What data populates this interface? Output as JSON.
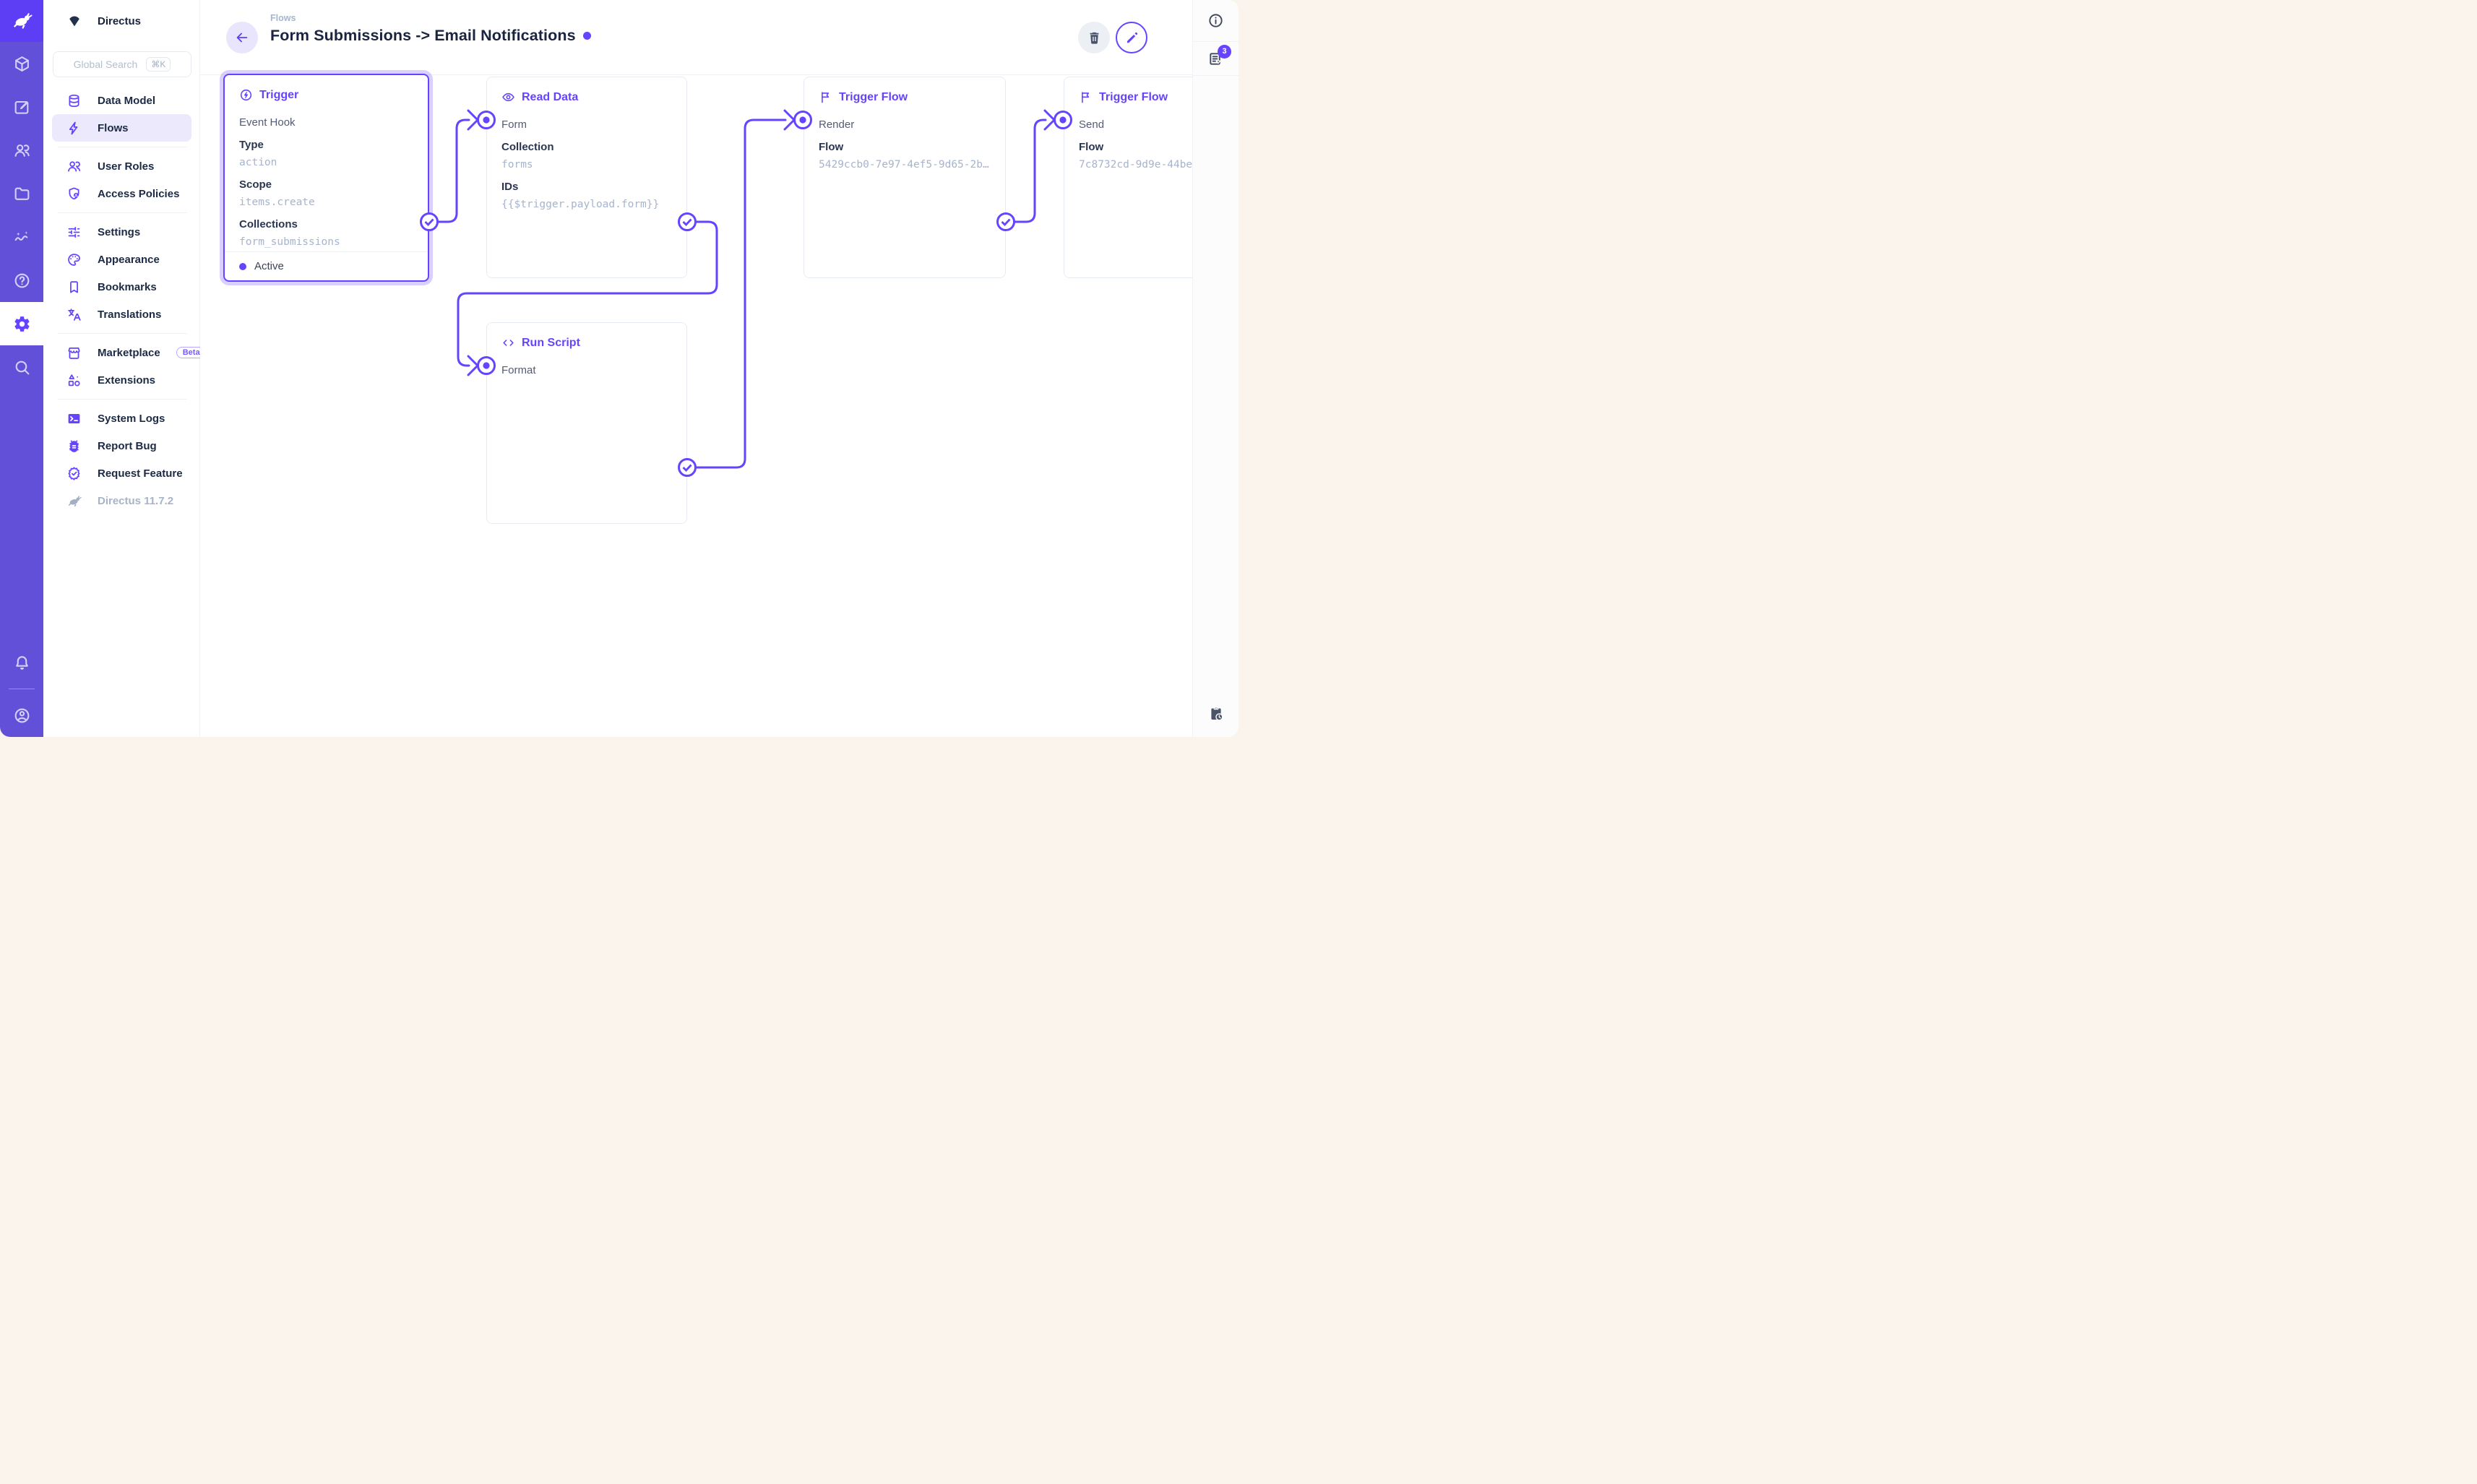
{
  "app": {
    "project_name": "Directus",
    "version_label": "Directus 11.7.2"
  },
  "module_bar": {
    "modules": [
      {
        "id": "content",
        "icon": "cube-icon",
        "active": false
      },
      {
        "id": "editor",
        "icon": "edit-icon",
        "active": false
      },
      {
        "id": "users",
        "icon": "users-icon",
        "active": false
      },
      {
        "id": "files",
        "icon": "folder-icon",
        "active": false
      },
      {
        "id": "insights",
        "icon": "insights-icon",
        "active": false
      },
      {
        "id": "help",
        "icon": "help-icon",
        "active": false
      },
      {
        "id": "settings",
        "icon": "gear-icon",
        "active": true
      },
      {
        "id": "search",
        "icon": "search-icon",
        "active": false
      }
    ]
  },
  "sidebar": {
    "search": {
      "placeholder": "Global Search",
      "shortcut": "⌘K"
    },
    "sections": [
      {
        "items": [
          {
            "id": "data-model",
            "label": "Data Model",
            "icon": "database-icon"
          },
          {
            "id": "flows",
            "label": "Flows",
            "icon": "bolt-icon",
            "active": true
          }
        ]
      },
      {
        "items": [
          {
            "id": "user-roles",
            "label": "User Roles",
            "icon": "people-icon"
          },
          {
            "id": "access-policies",
            "label": "Access Policies",
            "icon": "shield-user-icon"
          }
        ]
      },
      {
        "items": [
          {
            "id": "settings",
            "label": "Settings",
            "icon": "tune-icon"
          },
          {
            "id": "appearance",
            "label": "Appearance",
            "icon": "palette-icon"
          },
          {
            "id": "bookmarks",
            "label": "Bookmarks",
            "icon": "bookmark-icon"
          },
          {
            "id": "translations",
            "label": "Translations",
            "icon": "translate-icon"
          }
        ]
      },
      {
        "items": [
          {
            "id": "marketplace",
            "label": "Marketplace",
            "icon": "storefront-icon",
            "badge": "Beta"
          },
          {
            "id": "extensions",
            "label": "Extensions",
            "icon": "shapes-icon"
          }
        ]
      },
      {
        "items": [
          {
            "id": "system-logs",
            "label": "System Logs",
            "icon": "terminal-icon"
          },
          {
            "id": "report-bug",
            "label": "Report Bug",
            "icon": "bug-icon"
          },
          {
            "id": "request-feature",
            "label": "Request Feature",
            "icon": "feature-icon"
          }
        ]
      }
    ]
  },
  "header": {
    "breadcrumb": "Flows",
    "title": "Form Submissions -> Email Notifications"
  },
  "right_sidebar": {
    "notices_count": "3"
  },
  "flow": {
    "panels": [
      {
        "id": "trigger",
        "title": "Trigger",
        "icon": "bolt-circle-icon",
        "selected": true,
        "subtitle": "Event Hook",
        "fields": [
          {
            "label": "Type",
            "value": "action"
          },
          {
            "label": "Scope",
            "value": "items.create"
          },
          {
            "label": "Collections",
            "value": "form_submissions"
          }
        ],
        "footer_status": "Active"
      },
      {
        "id": "read-data",
        "title": "Read Data",
        "icon": "eye-icon",
        "input_label": "Form",
        "fields": [
          {
            "label": "Collection",
            "value": "forms"
          },
          {
            "label": "IDs",
            "value": "{{$trigger.payload.form}}"
          }
        ]
      },
      {
        "id": "trigger-flow-render",
        "title": "Trigger Flow",
        "icon": "flag-icon",
        "input_label": "Render",
        "fields": [
          {
            "label": "Flow",
            "value": "5429ccb0-7e97-4ef5-9d65-2b…"
          }
        ]
      },
      {
        "id": "trigger-flow-send",
        "title": "Trigger Flow",
        "icon": "flag-icon",
        "input_label": "Send",
        "fields": [
          {
            "label": "Flow",
            "value": "7c8732cd-9d9e-44be"
          }
        ]
      },
      {
        "id": "run-script",
        "title": "Run Script",
        "icon": "code-icon",
        "input_label": "Format",
        "fields": []
      }
    ]
  },
  "colors": {
    "accent": "#6644FF",
    "module_bar": "#6350D8",
    "logo_tile": "#5D3EF4",
    "status_active": "#6644FF"
  }
}
